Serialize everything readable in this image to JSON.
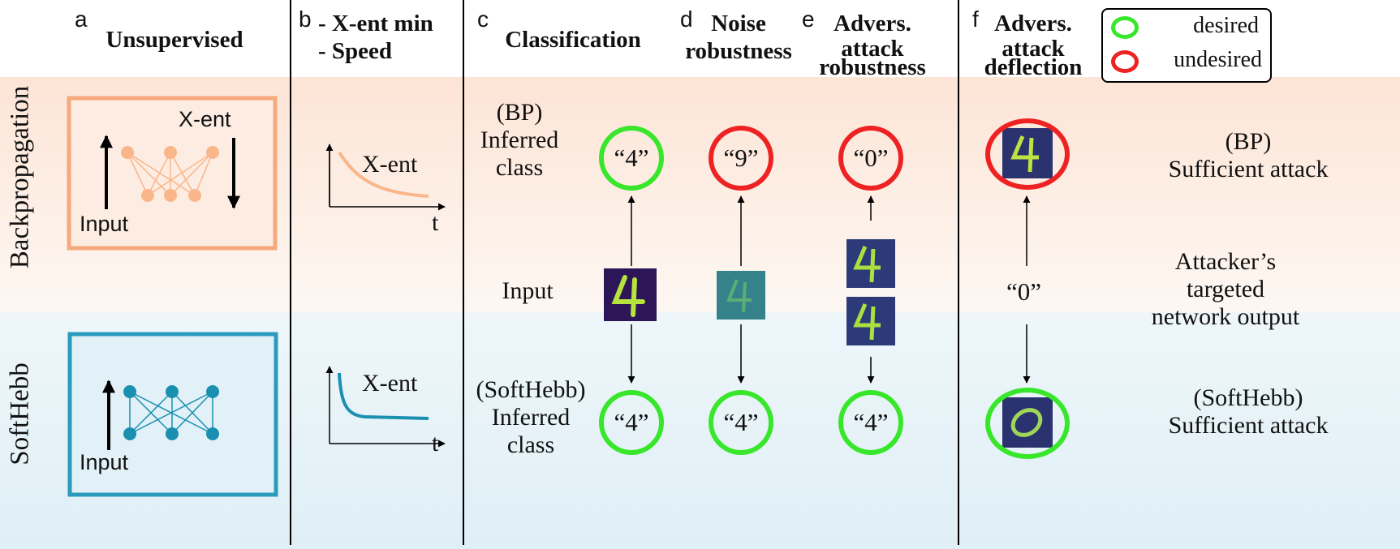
{
  "panels": {
    "a": {
      "letter": "a",
      "title": "Unsupervised"
    },
    "b": {
      "letter": "b",
      "line1": "- X-ent min",
      "line2": "- Speed"
    },
    "c": {
      "letter": "c",
      "title": "Classification"
    },
    "d": {
      "letter": "d",
      "line1": "Noise",
      "line2": "robustness"
    },
    "e": {
      "letter": "e",
      "line1": "Advers.",
      "line2": "attack",
      "line3": "robustness"
    },
    "f": {
      "letter": "f",
      "line1": "Advers.",
      "line2": "attack",
      "line3": "deflection"
    }
  },
  "legend": {
    "desired": "desired",
    "undesired": "undesired",
    "desired_color": "#38e62a",
    "undesired_color": "#ee2222"
  },
  "rows": {
    "backprop": "Backpropagation",
    "softhebb": "SoftHebb"
  },
  "network": {
    "xent_label": "X-ent",
    "input_label": "Input",
    "bp_color": "#f9b68a",
    "sh_color": "#1a8fb0"
  },
  "curves": {
    "xent_label": "X-ent",
    "t_label": "t"
  },
  "classification": {
    "bp_label": {
      "l1": "(BP)",
      "l2": "Inferred",
      "l3": "class"
    },
    "input_label": "Input",
    "sh_label": {
      "l1": "(SoftHebb)",
      "l2": "Inferred",
      "l3": "class"
    }
  },
  "outputs": {
    "c_bp": "“4”",
    "d_bp": "“9”",
    "e_bp": "“0”",
    "c_sh": "“4”",
    "d_sh": "“4”",
    "e_sh": "“4”"
  },
  "deflection": {
    "target": "“0”",
    "bp_label": {
      "l1": "(BP)",
      "l2": "Sufficient attack"
    },
    "target_label": {
      "l1": "Attacker’s",
      "l2": "targeted",
      "l3": "network output"
    },
    "sh_label": {
      "l1": "(SoftHebb)",
      "l2": "Sufficient attack"
    }
  }
}
